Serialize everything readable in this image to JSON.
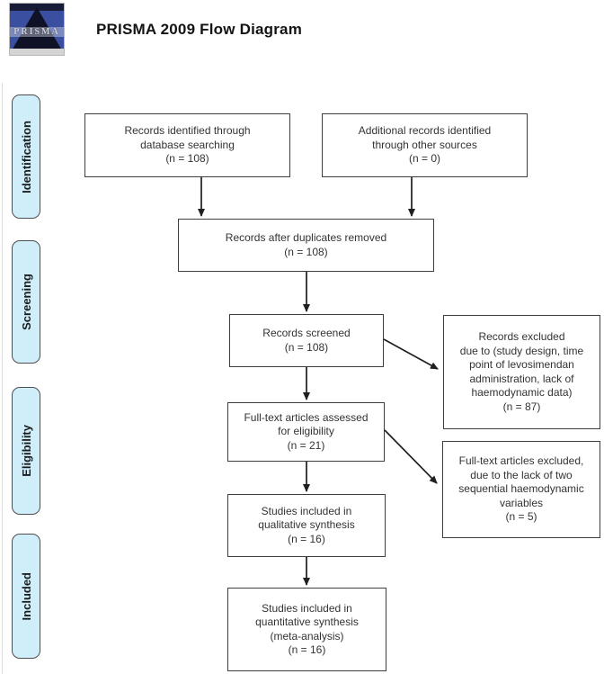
{
  "header": {
    "title": "PRISMA 2009 Flow Diagram",
    "logo_text": "PRISMA"
  },
  "stages": [
    {
      "label": "Identification"
    },
    {
      "label": "Screening"
    },
    {
      "label": "Eligibility"
    },
    {
      "label": "Included"
    }
  ],
  "flow": {
    "identified": "Records identified through\ndatabase searching\n(n = 108)",
    "additional": "Additional records identified\nthrough other sources\n(n = 0)",
    "after_duplicates": "Records after duplicates removed\n(n = 108)",
    "screened": "Records screened\n(n = 108)",
    "records_excluded": "Records excluded\ndue to (study design, time\npoint of levosimendan\nadministration, lack of\nhaemodynamic data)\n(n = 87)",
    "fulltext_assessed": "Full-text articles assessed\nfor eligibility\n(n = 21)",
    "fulltext_excluded": "Full-text articles excluded,\ndue to the lack of two\nsequential haemodynamic\nvariables\n(n = 5)",
    "qualitative": "Studies included in\nqualitative synthesis\n(n = 16)",
    "quantitative": "Studies included in\nquantitative synthesis\n(meta-analysis)\n(n = 16)"
  },
  "colors": {
    "stage_fill": "#cfeef9",
    "stage_border": "#4f4f4f",
    "box_fill": "#ffffff",
    "box_border": "#3d3d3d",
    "arrow": "#1f1f1f",
    "text": "#333333",
    "logo_blue": "#3b4fa0",
    "logo_pyramid": "#0f1226"
  }
}
